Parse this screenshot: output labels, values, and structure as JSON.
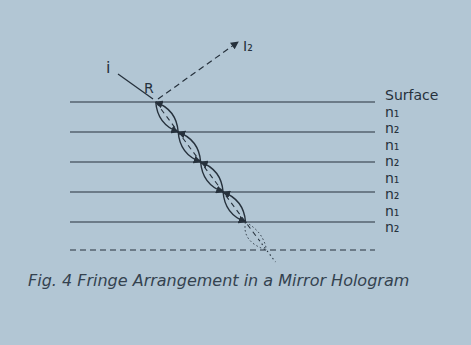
{
  "diagram": {
    "caption": "Fig. 4 Fringe Arrangement in a Mirror Hologram",
    "labels": [
      "i",
      "R",
      "I₂",
      "Surface",
      "n₁",
      "n₂",
      "n₁",
      "n₂",
      "n₁",
      "n₂",
      "n₁",
      "n₂"
    ]
  }
}
